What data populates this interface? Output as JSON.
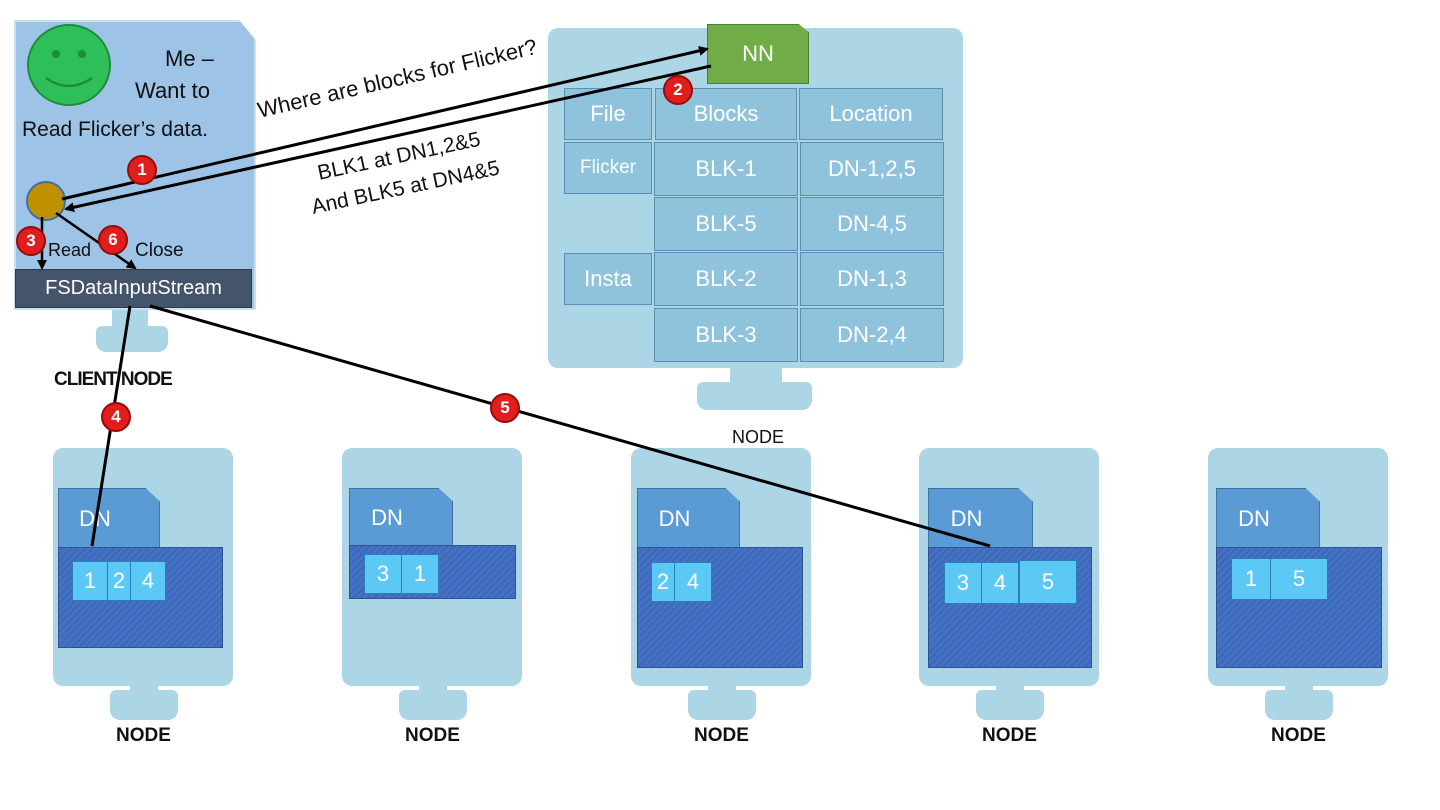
{
  "client": {
    "message_line1": "Me –",
    "message_line2": "Want to",
    "message_line3": "Read Flicker’s data.",
    "read_label": "Read",
    "close_label": "Close",
    "stream_label": "FSDataInputStream",
    "node_label": "CLIENT NODE"
  },
  "request": {
    "question": "Where are blocks for Flicker?",
    "answer_line1": "BLK1 at DN1,2&5",
    "answer_line2": "And BLK5 at DN4&5"
  },
  "namenode": {
    "title": "NN",
    "node_label": "NODE",
    "headers": [
      "File",
      "Blocks",
      "Location"
    ],
    "files": [
      "Flicker",
      "Insta"
    ],
    "rows": [
      {
        "block": "BLK-1",
        "location": "DN-1,2,5"
      },
      {
        "block": "BLK-5",
        "location": "DN-4,5"
      },
      {
        "block": "BLK-2",
        "location": "DN-1,3"
      },
      {
        "block": "BLK-3",
        "location": "DN-2,4"
      }
    ]
  },
  "steps": [
    "1",
    "2",
    "3",
    "4",
    "5",
    "6"
  ],
  "datanodes": [
    {
      "title": "DN",
      "blocks": [
        "1",
        "2",
        "4"
      ],
      "node_label": "NODE"
    },
    {
      "title": "DN",
      "blocks": [
        "3",
        "1"
      ],
      "node_label": "NODE"
    },
    {
      "title": "DN",
      "blocks": [
        "2",
        "4"
      ],
      "node_label": "NODE"
    },
    {
      "title": "DN",
      "blocks": [
        "3",
        "4",
        "5"
      ],
      "node_label": "NODE"
    },
    {
      "title": "DN",
      "blocks": [
        "1",
        "5"
      ],
      "node_label": "NODE"
    }
  ],
  "colors": {
    "monitor": "#acd6e6",
    "client_screen": "#9dc3e6",
    "namenode_header": "#70ad47",
    "datanode_tab": "#5b9bd5",
    "datanode_body": "#4472c4",
    "block": "#5bc8f5",
    "step_badge": "#e01e1e",
    "smiley": "#2fbf58",
    "client_circle": "#bf9000"
  }
}
